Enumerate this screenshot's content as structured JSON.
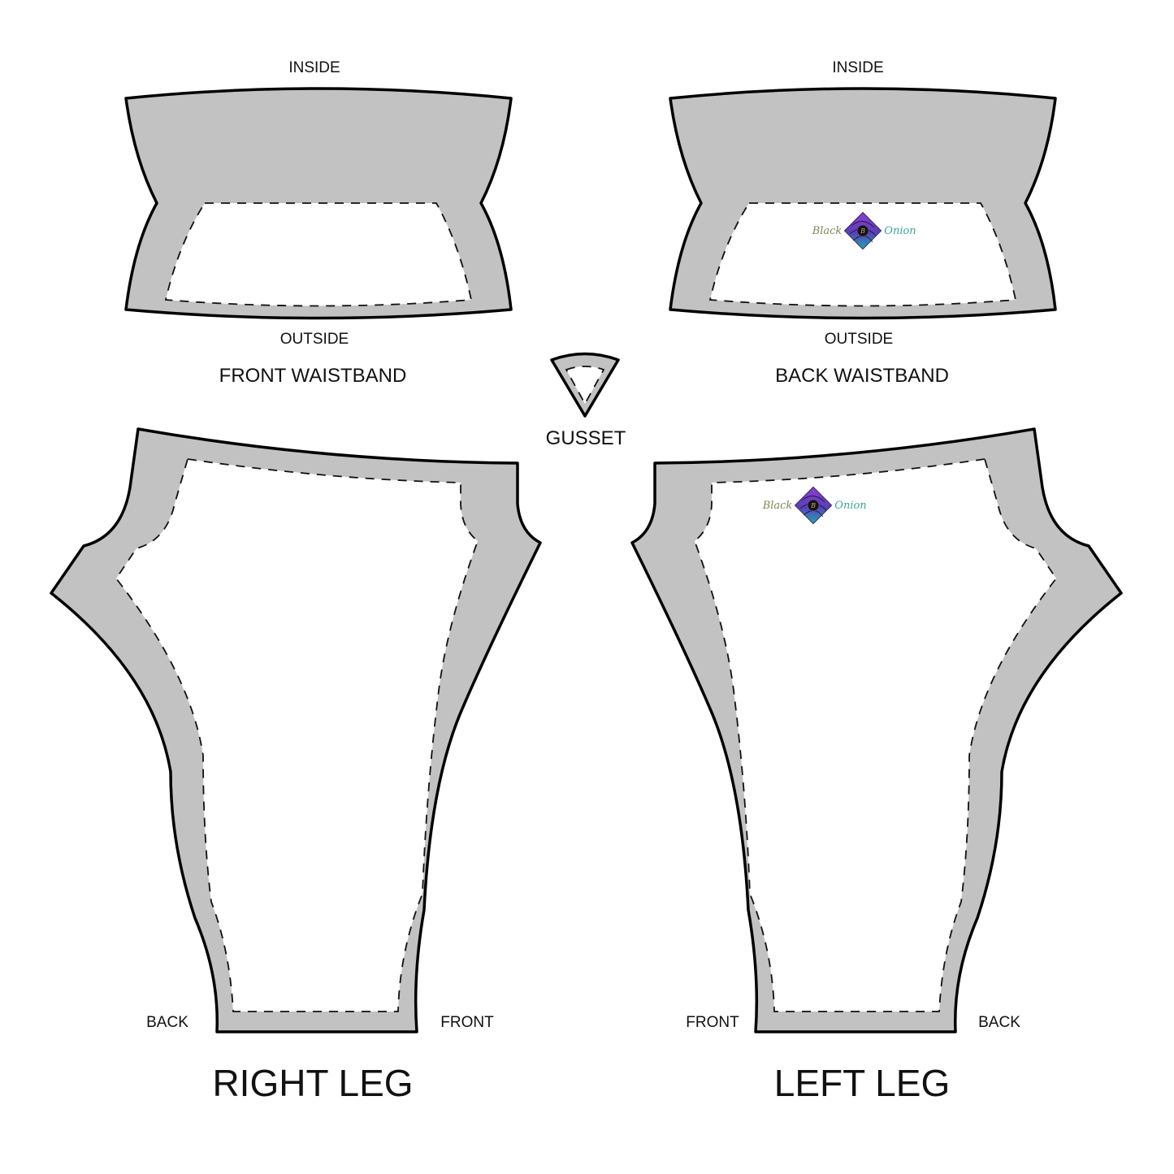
{
  "pieces": {
    "front_waistband": {
      "name": "FRONT WAISTBAND",
      "top_label": "INSIDE",
      "bottom_label": "OUTSIDE"
    },
    "back_waistband": {
      "name": "BACK WAISTBAND",
      "top_label": "INSIDE",
      "bottom_label": "OUTSIDE",
      "logo": {
        "left_word": "Black",
        "right_word": "Onion"
      }
    },
    "gusset": {
      "name": "GUSSET"
    },
    "right_leg": {
      "name": "RIGHT LEG",
      "left_corner_label": "BACK",
      "right_corner_label": "FRONT"
    },
    "left_leg": {
      "name": "LEFT LEG",
      "left_corner_label": "FRONT",
      "right_corner_label": "BACK",
      "logo": {
        "left_word": "Black",
        "right_word": "Onion"
      }
    }
  },
  "colors": {
    "seam_allowance": "#c2c2c2",
    "outline": "#000000",
    "print_area": "#ffffff",
    "logo_purple": "#7a3fc4",
    "logo_teal": "#2aa3b0",
    "logo_text_olive": "#7c8a52",
    "logo_text_teal": "#3aa79a"
  }
}
